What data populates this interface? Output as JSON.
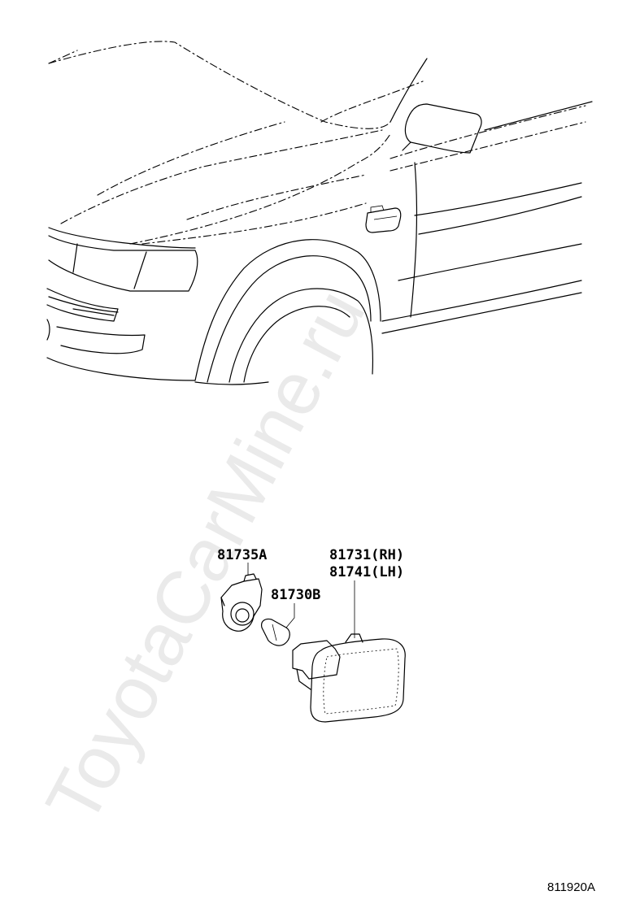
{
  "parts": [
    {
      "id": "socket",
      "number": "81735A"
    },
    {
      "id": "bulb",
      "number": "81730B"
    },
    {
      "id": "lamp-rh",
      "number": "81731(RH)"
    },
    {
      "id": "lamp-lh",
      "number": "81741(LH)"
    }
  ],
  "diagram_code": "811920A",
  "watermark": "ToyotaCarMine.ru"
}
